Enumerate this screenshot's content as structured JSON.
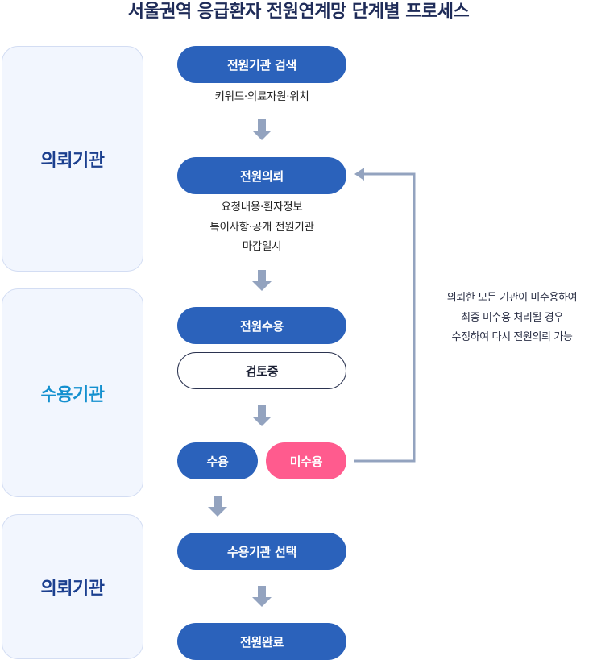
{
  "title": "서울권역 응급환자 전원연계망 단계별 프로세스",
  "actors": [
    {
      "label": "의뢰기관",
      "role": "requesting"
    },
    {
      "label": "수용기관",
      "role": "accepting"
    },
    {
      "label": "의뢰기관",
      "role": "requesting"
    }
  ],
  "steps": {
    "search": {
      "label": "전원기관 검색",
      "desc": "키워드·의료자원·위치"
    },
    "request": {
      "label": "전원의뢰",
      "desc": [
        "요청내용·환자정보",
        "특이사항·공개 전원기관",
        "마감일시"
      ]
    },
    "accept": {
      "label": "전원수용"
    },
    "reviewing": {
      "label": "검토중"
    },
    "accepted": {
      "label": "수용"
    },
    "rejected": {
      "label": "미수용"
    },
    "select": {
      "label": "수용기관 선택"
    },
    "complete": {
      "label": "전원완료"
    }
  },
  "feedback_note": [
    "의뢰한 모든 기관이 미수용하여",
    "최종 미수용 처리될 경우",
    "수정하여 다시 전원의뢰 가능"
  ],
  "colors": {
    "primary": "#2b62bb",
    "reject": "#ff5b8e",
    "requesting_text": "#1b3f8f",
    "accepting_text": "#1490cf",
    "arrow": "#93a3bf",
    "panel_bg": "#f2f6fe"
  }
}
